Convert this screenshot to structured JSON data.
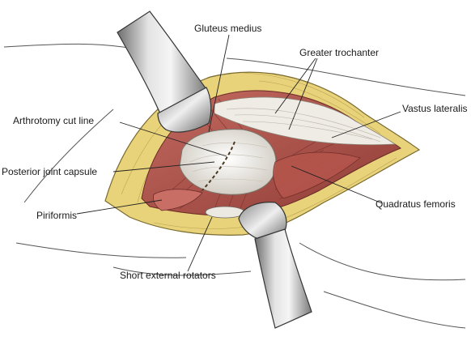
{
  "labels": {
    "gluteus_medius": "Gluteus medius",
    "greater_trochanter": "Greater trochanter",
    "arthrotomy_cut_line": "Arthrotomy cut line",
    "vastus_lateralis": "Vastus lateralis",
    "posterior_joint_capsule": "Posterior joint capsule",
    "piriformis": "Piriformis",
    "quadratus_femoris": "Quadratus femoris",
    "short_external_rotators": "Short external rotators"
  },
  "colors": {
    "fat": "#e8d27a",
    "muscle": "#b0554e",
    "capsule": "#e9e6df",
    "retractor": "#9a9a9a",
    "outline": "#333333"
  }
}
